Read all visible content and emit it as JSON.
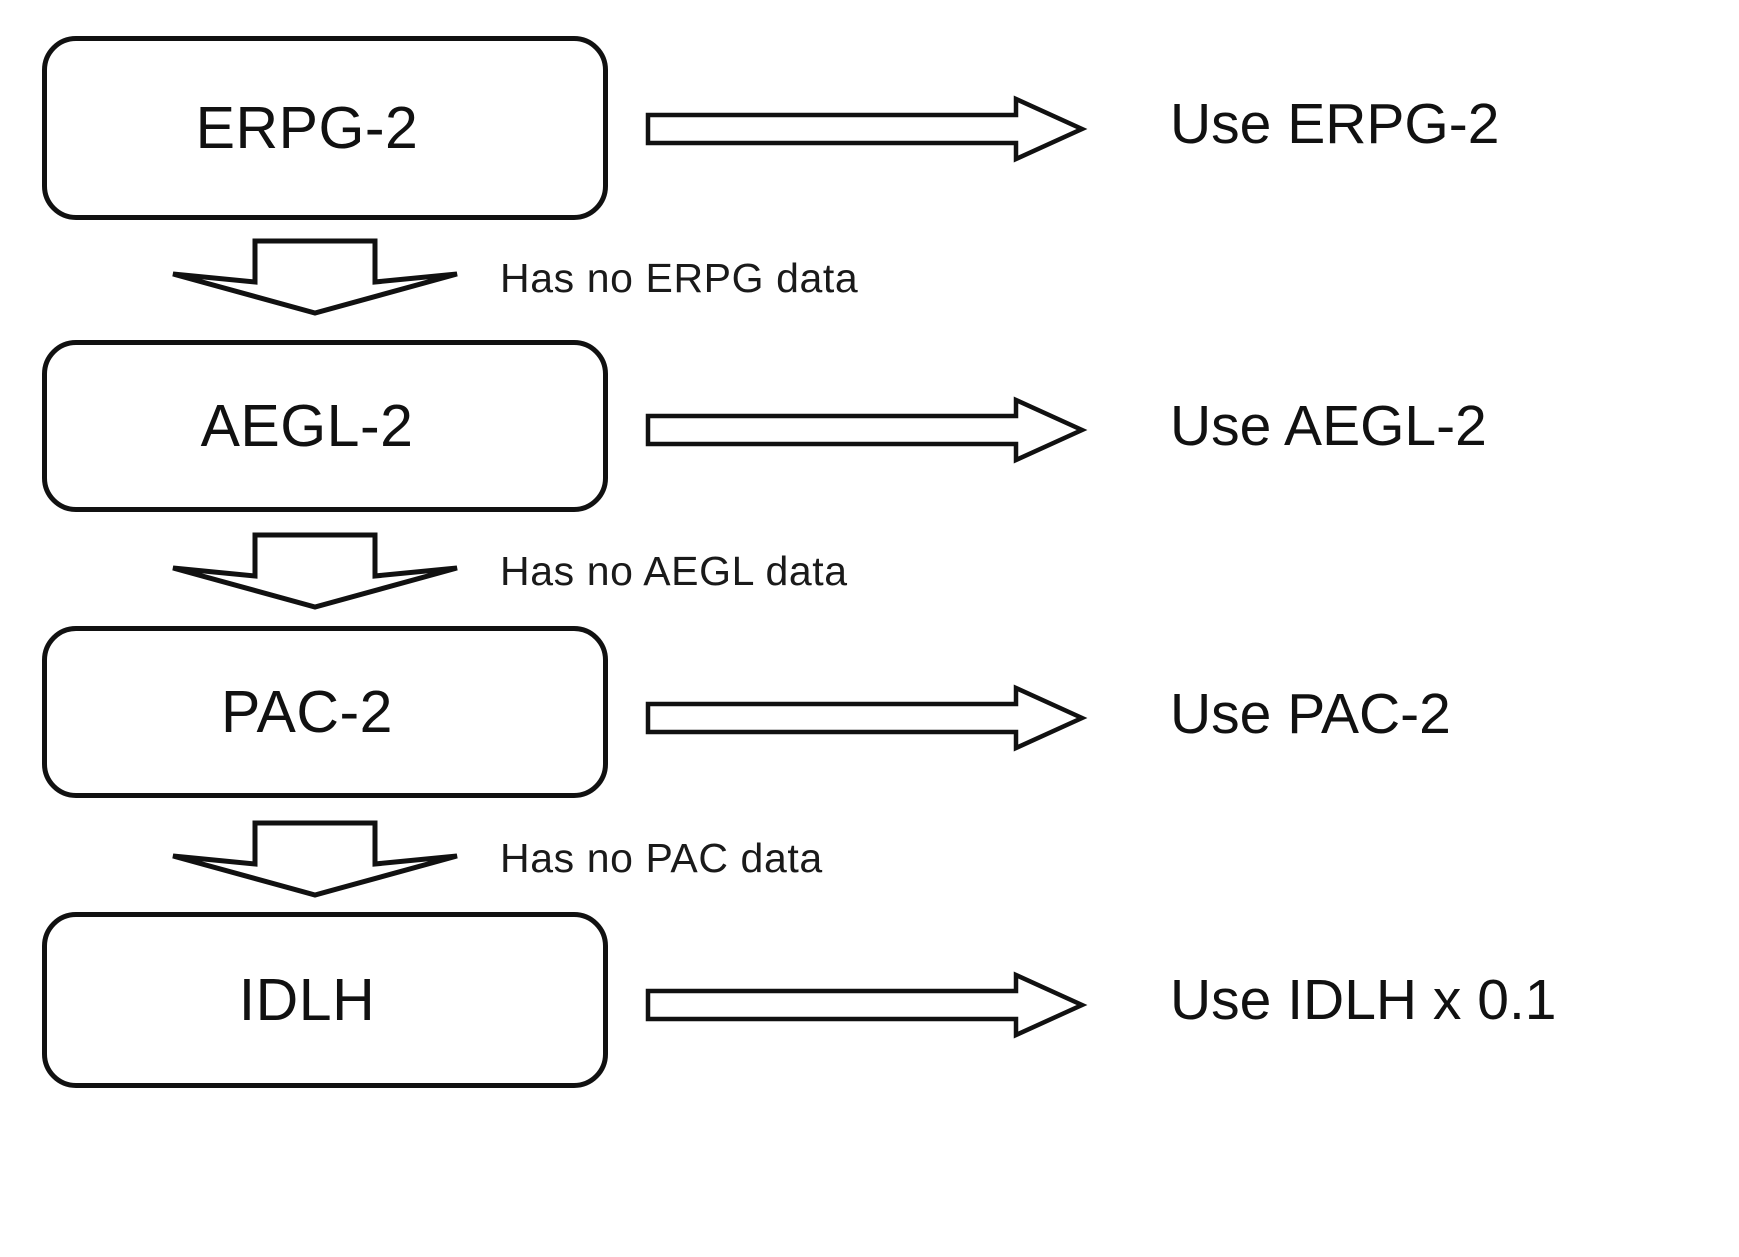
{
  "diagram": {
    "title": "Toxic endpoint selection hierarchy",
    "background_color": "#ffffff",
    "line_color": "#111111",
    "steps": [
      {
        "id": "erpg",
        "box_label": "ERPG-2",
        "result_label": "Use ERPG-2",
        "branch_label": "Has no ERPG data",
        "arrow_right_icon": "block-arrow-right-icon",
        "arrow_down_icon": "block-arrow-down-icon"
      },
      {
        "id": "aegl",
        "box_label": "AEGL-2",
        "result_label": "Use AEGL-2",
        "branch_label": "Has no AEGL data",
        "arrow_right_icon": "block-arrow-right-icon",
        "arrow_down_icon": "block-arrow-down-icon"
      },
      {
        "id": "pac",
        "box_label": "PAC-2",
        "result_label": "Use PAC-2",
        "branch_label": "Has no PAC data",
        "arrow_right_icon": "block-arrow-right-icon",
        "arrow_down_icon": "block-arrow-down-icon"
      },
      {
        "id": "idlh",
        "box_label": "IDLH",
        "result_label": "Use IDLH x 0.1",
        "branch_label": "",
        "arrow_right_icon": "block-arrow-right-icon",
        "arrow_down_icon": ""
      }
    ]
  }
}
